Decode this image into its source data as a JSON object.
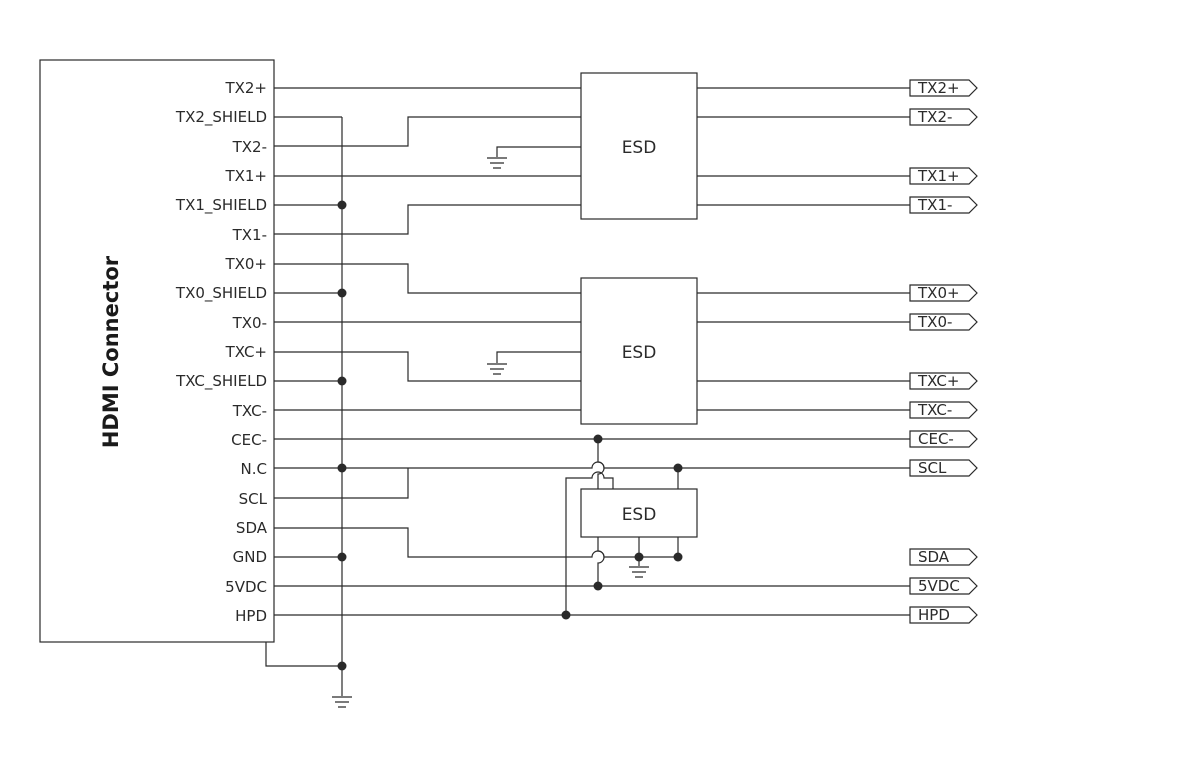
{
  "connector": {
    "title": "HDMI Connector",
    "pins": [
      "TX2+",
      "TX2_SHIELD",
      "TX2-",
      "TX1+",
      "TX1_SHIELD",
      "TX1-",
      "TX0+",
      "TX0_SHIELD",
      "TX0-",
      "TXC+",
      "TXC_SHIELD",
      "TXC-",
      "CEC-",
      "N.C",
      "SCL",
      "SDA",
      "GND",
      "5VDC",
      "HPD"
    ]
  },
  "esd_label": "ESD",
  "outputs": [
    "TX2+",
    "TX2-",
    "TX1+",
    "TX1-",
    "TX0+",
    "TX0-",
    "TXC+",
    "TXC-",
    "CEC-",
    "SCL",
    "SDA",
    "5VDC",
    "HPD"
  ]
}
